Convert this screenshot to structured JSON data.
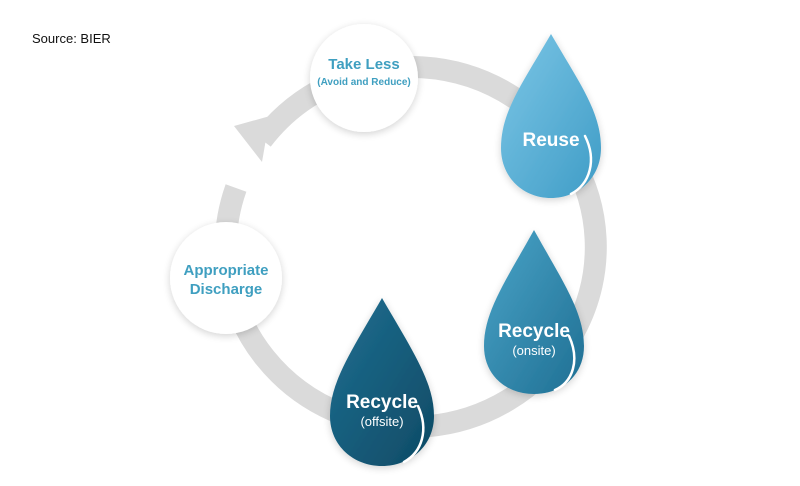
{
  "source": "Source: BIER",
  "nodes": {
    "take_less": {
      "title": "Take Less",
      "subtitle": "(Avoid and Reduce)"
    },
    "reuse": {
      "title": "Reuse"
    },
    "recycle_onsite": {
      "title": "Recycle",
      "subtitle": "(onsite)"
    },
    "recycle_offsite": {
      "title": "Recycle",
      "subtitle": "(offsite)"
    },
    "appropriate_discharge": {
      "title": "Appropriate Discharge"
    }
  },
  "colors": {
    "ring": "#dadada",
    "circle_text": "#3f9fc0",
    "reuse_drop": "#5bb1d6",
    "recycle_onsite_drop": "#2f8aae",
    "recycle_offsite_drop": "#155d7b"
  }
}
